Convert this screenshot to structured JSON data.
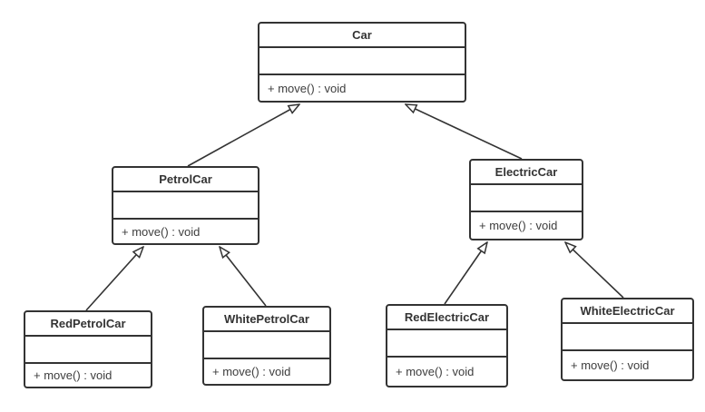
{
  "colors": {
    "border": "#333333",
    "text": "#333333",
    "method_text": "#3d3d3d",
    "background": "#ffffff"
  },
  "classes": {
    "car": {
      "name": "Car",
      "attributes": "",
      "method": "+ move() : void"
    },
    "petrol": {
      "name": "PetrolCar",
      "attributes": "",
      "method": "+ move() : void"
    },
    "electric": {
      "name": "ElectricCar",
      "attributes": "",
      "method": "+ move() : void"
    },
    "redPetrol": {
      "name": "RedPetrolCar",
      "attributes": "",
      "method": "+ move() : void"
    },
    "whitePetrol": {
      "name": "WhitePetrolCar",
      "attributes": "",
      "method": "+ move() : void"
    },
    "redElectric": {
      "name": "RedElectricCar",
      "attributes": "",
      "method": "+ move() : void"
    },
    "whiteElectric": {
      "name": "WhiteElectricCar",
      "attributes": "",
      "method": "+ move() : void"
    }
  },
  "relationships": [
    {
      "child": "PetrolCar",
      "parent": "Car",
      "type": "generalization"
    },
    {
      "child": "ElectricCar",
      "parent": "Car",
      "type": "generalization"
    },
    {
      "child": "RedPetrolCar",
      "parent": "PetrolCar",
      "type": "generalization"
    },
    {
      "child": "WhitePetrolCar",
      "parent": "PetrolCar",
      "type": "generalization"
    },
    {
      "child": "RedElectricCar",
      "parent": "ElectricCar",
      "type": "generalization"
    },
    {
      "child": "WhiteElectricCar",
      "parent": "ElectricCar",
      "type": "generalization"
    }
  ]
}
